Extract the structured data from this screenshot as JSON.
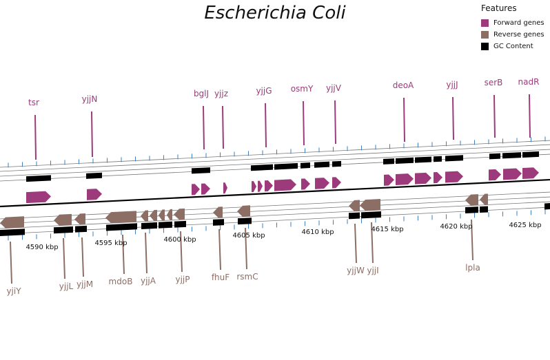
{
  "title": "Escherichia Coli",
  "legend": {
    "title": "Features",
    "items": [
      {
        "label": "Forward genes",
        "color": "#9c3a7c"
      },
      {
        "label": "Reverse genes",
        "color": "#8c6e64"
      },
      {
        "label": "GC Content",
        "color": "#000000"
      }
    ]
  },
  "axis": {
    "unit": "kbp",
    "ticks": [
      {
        "kbp": 4590,
        "label": "4590 kbp"
      },
      {
        "kbp": 4595,
        "label": "4595 kbp"
      },
      {
        "kbp": 4600,
        "label": "4600 kbp"
      },
      {
        "kbp": 4605,
        "label": "4605 kbp"
      },
      {
        "kbp": 4610,
        "label": "4610 kbp"
      },
      {
        "kbp": 4615,
        "label": "4615 kbp"
      },
      {
        "kbp": 4620,
        "label": "4620 kbp"
      },
      {
        "kbp": 4625,
        "label": "4625 kbp"
      }
    ]
  },
  "forward_gene_labels": [
    "tsr",
    "yjjN",
    "bglJ",
    "yjjz",
    "yjjG",
    "osmY",
    "yjjV",
    "deoA",
    "yjjJ",
    "serB",
    "nadR"
  ],
  "reverse_gene_labels": [
    "yjiY",
    "yjjL",
    "yjjM",
    "mdoB",
    "yjjA",
    "yjjP",
    "fhuF",
    "rsmC",
    "yjjW",
    "yjjI",
    "lpla"
  ],
  "chart_data": {
    "type": "genome-track",
    "organism": "Escherichia Coli",
    "features": [
      "Forward genes",
      "Reverse genes",
      "GC Content"
    ],
    "forward_genes": [
      {
        "name": "tsr",
        "kbp": 4590.0
      },
      {
        "name": "yjjN",
        "kbp": 4593.2
      },
      {
        "name": "bglJ",
        "kbp": 4600.7
      },
      {
        "name": "yjjz",
        "kbp": 4601.7
      },
      {
        "name": "yjjG",
        "kbp": 4604.6
      },
      {
        "name": "osmY",
        "kbp": 4607.2
      },
      {
        "name": "yjjV",
        "kbp": 4609.4
      },
      {
        "name": "deoA",
        "kbp": 4614.4
      },
      {
        "name": "yjjJ",
        "kbp": 4618.0
      },
      {
        "name": "serB",
        "kbp": 4620.9
      },
      {
        "name": "nadR",
        "kbp": 4623.4
      }
    ],
    "reverse_genes": [
      {
        "name": "yjiY",
        "kbp": 4588.1
      },
      {
        "name": "yjjL",
        "kbp": 4592.9
      },
      {
        "name": "yjjM",
        "kbp": 4594.3
      },
      {
        "name": "mdoB",
        "kbp": 4596.6
      },
      {
        "name": "yjjA",
        "kbp": 4598.3
      },
      {
        "name": "yjjP",
        "kbp": 4600.7
      },
      {
        "name": "fhuF",
        "kbp": 4603.3
      },
      {
        "name": "rsmC",
        "kbp": 4605.4
      },
      {
        "name": "yjjW",
        "kbp": 4613.5
      },
      {
        "name": "yjjI",
        "kbp": 4614.7
      },
      {
        "name": "lpla",
        "kbp": 4620.3
      }
    ]
  }
}
